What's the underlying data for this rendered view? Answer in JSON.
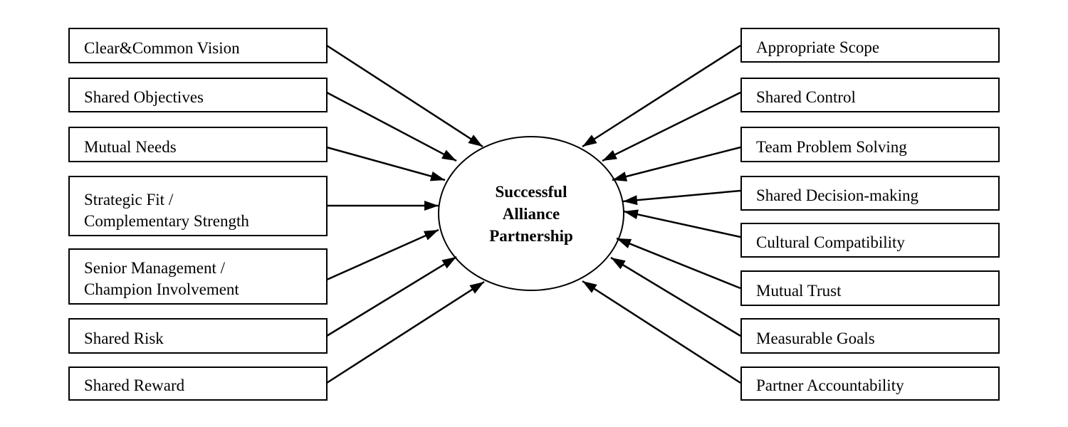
{
  "center": {
    "lines": [
      "Successful",
      "Alliance",
      "Partnership"
    ]
  },
  "left_factors": [
    {
      "lines": [
        "Clear&Common Vision"
      ]
    },
    {
      "lines": [
        "Shared Objectives"
      ]
    },
    {
      "lines": [
        "Mutual Needs"
      ]
    },
    {
      "lines": [
        "Strategic Fit /",
        "Complementary Strength"
      ]
    },
    {
      "lines": [
        "Senior Management /",
        "Champion Involvement"
      ]
    },
    {
      "lines": [
        "Shared Risk"
      ]
    },
    {
      "lines": [
        "Shared Reward"
      ]
    }
  ],
  "right_factors": [
    {
      "lines": [
        "Appropriate Scope"
      ]
    },
    {
      "lines": [
        "Shared Control"
      ]
    },
    {
      "lines": [
        "Team Problem Solving"
      ]
    },
    {
      "lines": [
        "Shared Decision-making"
      ]
    },
    {
      "lines": [
        "Cultural Compatibility"
      ]
    },
    {
      "lines": [
        "Mutual Trust"
      ]
    },
    {
      "lines": [
        "Measurable Goals"
      ]
    },
    {
      "lines": [
        "Partner Accountability"
      ]
    }
  ]
}
